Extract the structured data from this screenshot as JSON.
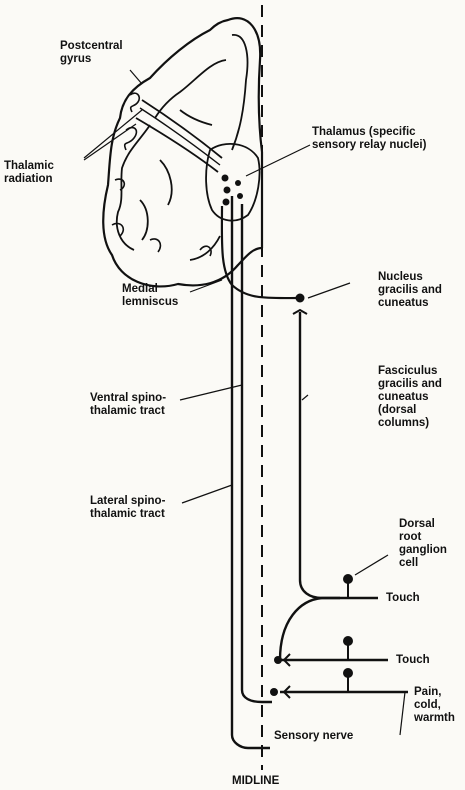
{
  "labels": {
    "postcentral_gyrus": "Postcentral\ngyrus",
    "thalamic_radiation": "Thalamic\nradiation",
    "thalamus": "Thalamus (specific\nsensory relay nuclei)",
    "nucleus_gracilis": "Nucleus\ngracilis and\ncuneatus",
    "medial_lemniscus": "Medial\nlemniscus",
    "fasciculus": "Fasciculus\ngracilis and\ncuneatus\n(dorsal\ncolumns)",
    "ventral_spinothalamic": "Ventral spino-\nthalamic tract",
    "lateral_spinothalamic": "Lateral spino-\nthalamic tract",
    "dorsal_root_ganglion": "Dorsal\nroot\nganglion\ncell",
    "touch_1": "Touch",
    "touch_2": "Touch",
    "pain_cold_warmth": "Pain,\ncold,\nwarmth",
    "sensory_nerve": "Sensory nerve",
    "midline": "MIDLINE"
  }
}
